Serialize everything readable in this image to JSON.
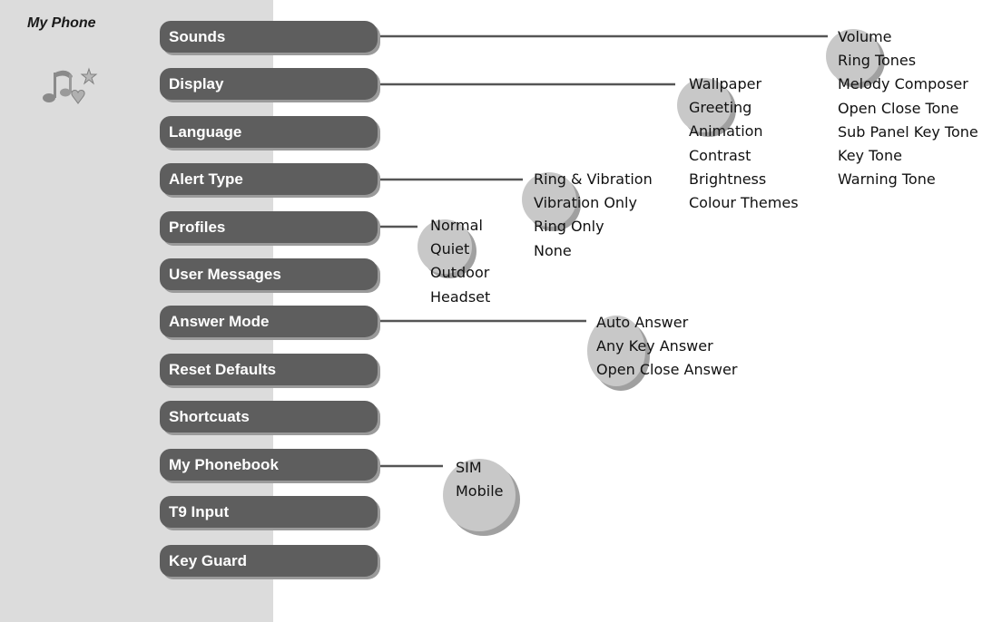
{
  "title": "My Phone",
  "icon": "music-notes-heart-star-icon",
  "menu_items": [
    {
      "label": "Sounds"
    },
    {
      "label": "Display"
    },
    {
      "label": "Language"
    },
    {
      "label": "Alert Type"
    },
    {
      "label": "Profiles"
    },
    {
      "label": "User Messages"
    },
    {
      "label": "Answer Mode"
    },
    {
      "label": "Reset Defaults"
    },
    {
      "label": "Shortcuats"
    },
    {
      "label": "My Phonebook"
    },
    {
      "label": "T9 Input"
    },
    {
      "label": "Key Guard"
    }
  ],
  "submenus": {
    "sounds": [
      "Volume",
      "Ring Tones",
      "Melody Composer",
      "Open Close Tone",
      "Sub Panel Key Tone",
      "Key Tone",
      "Warning Tone"
    ],
    "display": [
      "Wallpaper",
      "Greeting",
      "Animation",
      "Contrast",
      "Brightness",
      "Colour Themes"
    ],
    "alert_type": [
      "Ring & Vibration",
      "Vibration Only",
      "Ring Only",
      "None"
    ],
    "profiles": [
      "Normal",
      "Quiet",
      "Outdoor",
      "Headset"
    ],
    "answer_mode": [
      "Auto Answer",
      "Any Key Answer",
      "Open Close Answer"
    ],
    "my_phonebook": [
      "SIM",
      "Mobile"
    ]
  },
  "colors": {
    "panel": "#dcdcdc",
    "button": "#5e5e5e",
    "button_shadow": "#9a9a9a",
    "bubble": "#c8c8c8",
    "bubble_shadow": "#a0a0a0",
    "connector": "#555555"
  }
}
